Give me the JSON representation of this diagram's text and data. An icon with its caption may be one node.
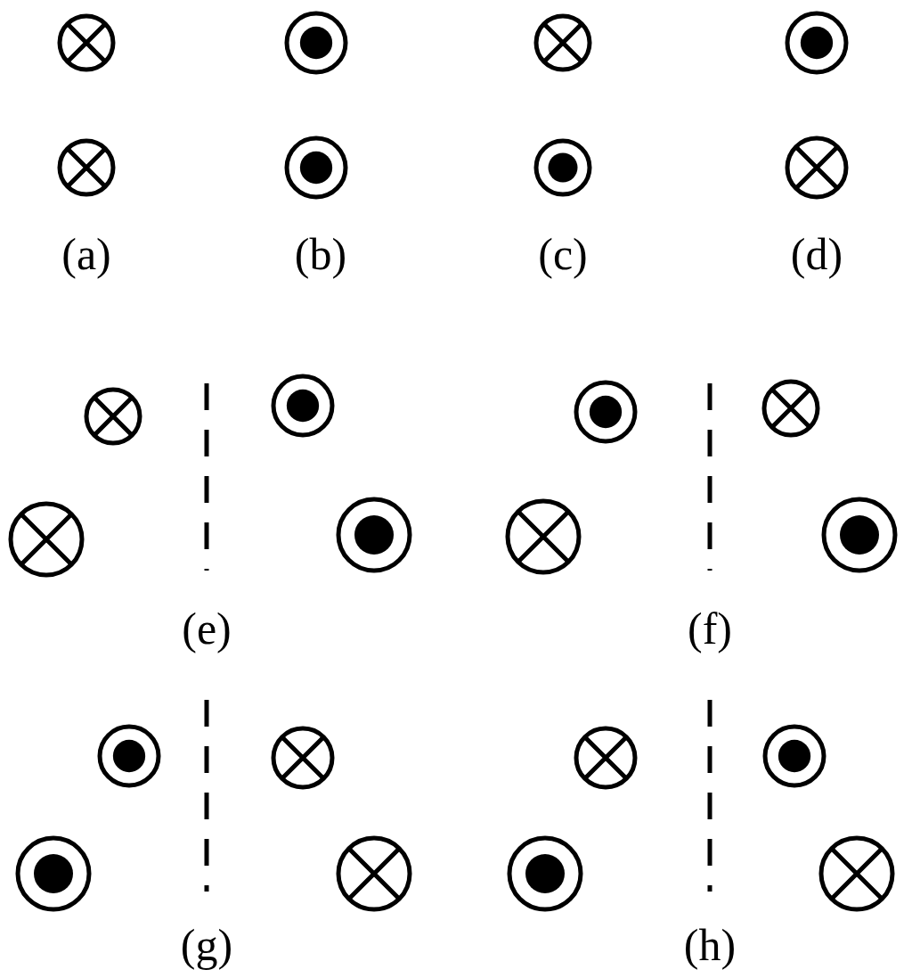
{
  "diagram": {
    "nodes": [
      {
        "text": [],
        "shape": "cross"
      },
      {
        "text": [],
        "shape": "dot"
      },
      {
        "text": [],
        "shape": "cross"
      },
      {
        "text": [],
        "shape": "dot"
      },
      {
        "text": [],
        "shape": "cross"
      },
      {
        "text": [],
        "shape": "dot"
      },
      {
        "text": [],
        "shape": "dot"
      },
      {
        "text": [],
        "shape": "cross"
      },
      {
        "text": [],
        "shape": "cross"
      },
      {
        "text": [],
        "shape": "dot"
      },
      {
        "text": [],
        "shape": "dot"
      },
      {
        "text": [],
        "shape": "cross"
      },
      {
        "text": [],
        "shape": "cross"
      },
      {
        "text": [],
        "shape": "dot"
      },
      {
        "text": [],
        "shape": "cross"
      },
      {
        "text": [],
        "shape": "dot"
      },
      {
        "text": [],
        "shape": "dot"
      },
      {
        "text": [],
        "shape": "cross"
      },
      {
        "text": [],
        "shape": "cross"
      },
      {
        "text": [],
        "shape": "dot"
      },
      {
        "text": [],
        "shape": "dot"
      },
      {
        "text": [],
        "shape": "cross"
      },
      {
        "text": [],
        "shape": "dot"
      },
      {
        "text": [],
        "shape": "cross"
      }
    ],
    "labels": [
      "(a)",
      "(b)",
      "(c)",
      "(d)",
      "(e)",
      "(f)",
      "(g)",
      "(h)"
    ]
  }
}
